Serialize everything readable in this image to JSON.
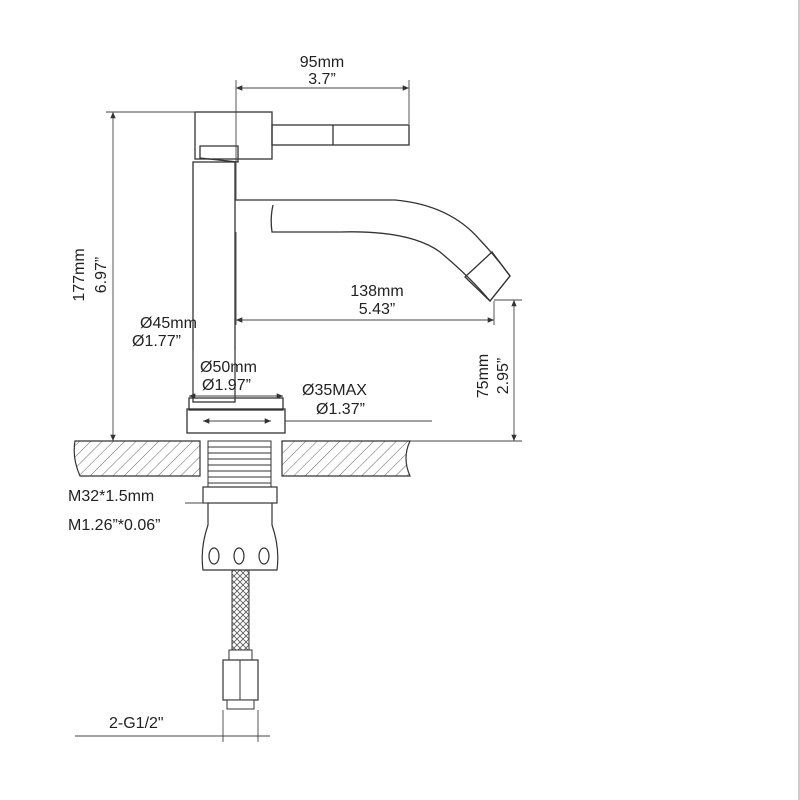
{
  "labels": {
    "handle_width_mm": "95mm",
    "handle_width_in": "3.7”",
    "height_mm": "177mm",
    "height_in": "6.97”",
    "spout_reach_mm": "138mm",
    "spout_reach_in": "5.43”",
    "body_dia_mm": "Ø45mm",
    "body_dia_in": "Ø1.77”",
    "base_dia_mm": "Ø50mm",
    "base_dia_in": "Ø1.97”",
    "hole_dia_mm": "Ø35MAX",
    "hole_dia_in": "Ø1.37”",
    "spout_height_mm": "75mm",
    "spout_height_in": "2.95”",
    "thread_mm": "M32*1.5mm",
    "thread_in": "M1.26”*0.06”",
    "hose_connector": "2-G1/2\""
  },
  "colors": {
    "line": "#333333",
    "dim_line": "#555555",
    "hatch": "#666666"
  }
}
